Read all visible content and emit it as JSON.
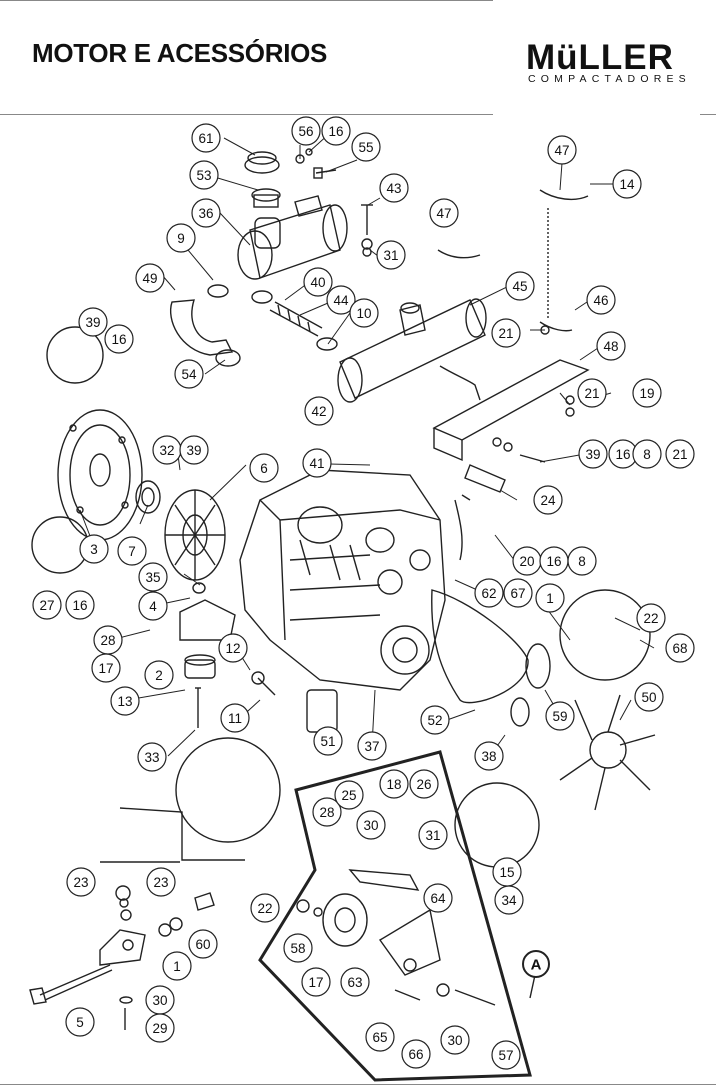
{
  "header": {
    "title": "MOTOR E ACESSÓRIOS",
    "logo_main": "MüLLER",
    "logo_sub": "COMPACTADORES"
  },
  "detail_label": "A",
  "callouts": [
    "61",
    "56",
    "16",
    "55",
    "53",
    "43",
    "36",
    "9",
    "31",
    "47",
    "14",
    "47",
    "49",
    "40",
    "44",
    "10",
    "45",
    "46",
    "39",
    "16",
    "54",
    "21",
    "48",
    "42",
    "21",
    "19",
    "41",
    "32",
    "39",
    "39",
    "16",
    "8",
    "21",
    "6",
    "24",
    "3",
    "7",
    "20",
    "16",
    "8",
    "35",
    "62",
    "67",
    "27",
    "16",
    "4",
    "1",
    "22",
    "68",
    "28",
    "17",
    "2",
    "12",
    "13",
    "11",
    "52",
    "50",
    "59",
    "33",
    "51",
    "37",
    "38",
    "18",
    "26",
    "28",
    "25",
    "30",
    "31",
    "15",
    "34",
    "23",
    "23",
    "22",
    "64",
    "60",
    "58",
    "1",
    "17",
    "63",
    "5",
    "30",
    "29",
    "65",
    "66",
    "30",
    "57"
  ]
}
